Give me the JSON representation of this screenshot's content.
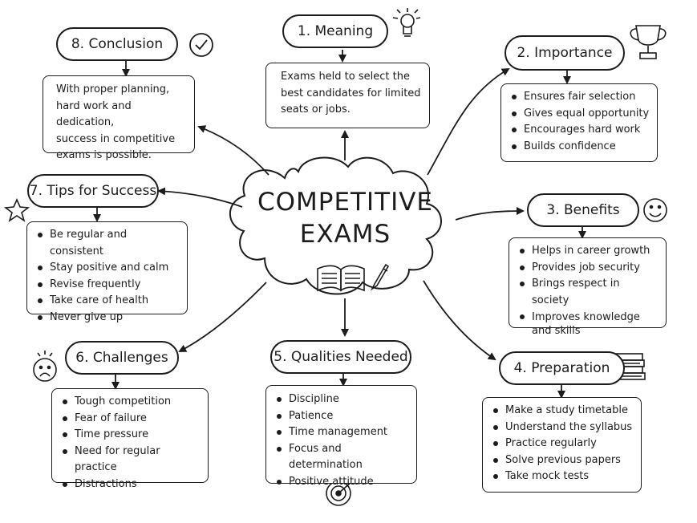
{
  "center": {
    "line1": "COMPETITIVE",
    "line2": "EXAMS"
  },
  "nodes": [
    {
      "id": "meaning",
      "title": "1. Meaning",
      "text": [
        "Exams held to select the",
        "best candidates for limited",
        "seats or jobs."
      ]
    },
    {
      "id": "importance",
      "title": "2. Importance",
      "items": [
        "Ensures fair selection",
        "Gives equal opportunity",
        "Encourages hard work",
        "Builds confidence"
      ]
    },
    {
      "id": "benefits",
      "title": "3. Benefits",
      "items": [
        "Helps in career growth",
        "Provides job security",
        "Brings respect in society",
        "Improves knowledge\nand skills"
      ]
    },
    {
      "id": "preparation",
      "title": "4. Preparation",
      "items": [
        "Make a study timetable",
        "Understand the syllabus",
        "Practice regularly",
        "Solve previous papers",
        "Take mock tests"
      ]
    },
    {
      "id": "qualities",
      "title": "5. Qualities Needed",
      "items": [
        "Discipline",
        "Patience",
        "Time management",
        "Focus and determination",
        "Positive attitude"
      ]
    },
    {
      "id": "challenges",
      "title": "6. Challenges",
      "items": [
        "Tough competition",
        "Fear of failure",
        "Time pressure",
        "Need for regular practice",
        "Distractions"
      ]
    },
    {
      "id": "tips",
      "title": "7. Tips for Success",
      "items": [
        "Be regular and consistent",
        "Stay positive and calm",
        "Revise frequently",
        "Take care of health",
        "Never give up"
      ]
    },
    {
      "id": "conclusion",
      "title": "8. Conclusion",
      "text": [
        "With proper planning,",
        "hard work and dedication,",
        "success in competitive",
        "exams is possible."
      ]
    }
  ],
  "icons": [
    "lightbulb-icon",
    "trophy-icon",
    "smiley-icon",
    "books-icon",
    "target-icon",
    "sad-face-icon",
    "star-icon",
    "checkmark-icon",
    "open-book-icon",
    "pen-icon"
  ]
}
